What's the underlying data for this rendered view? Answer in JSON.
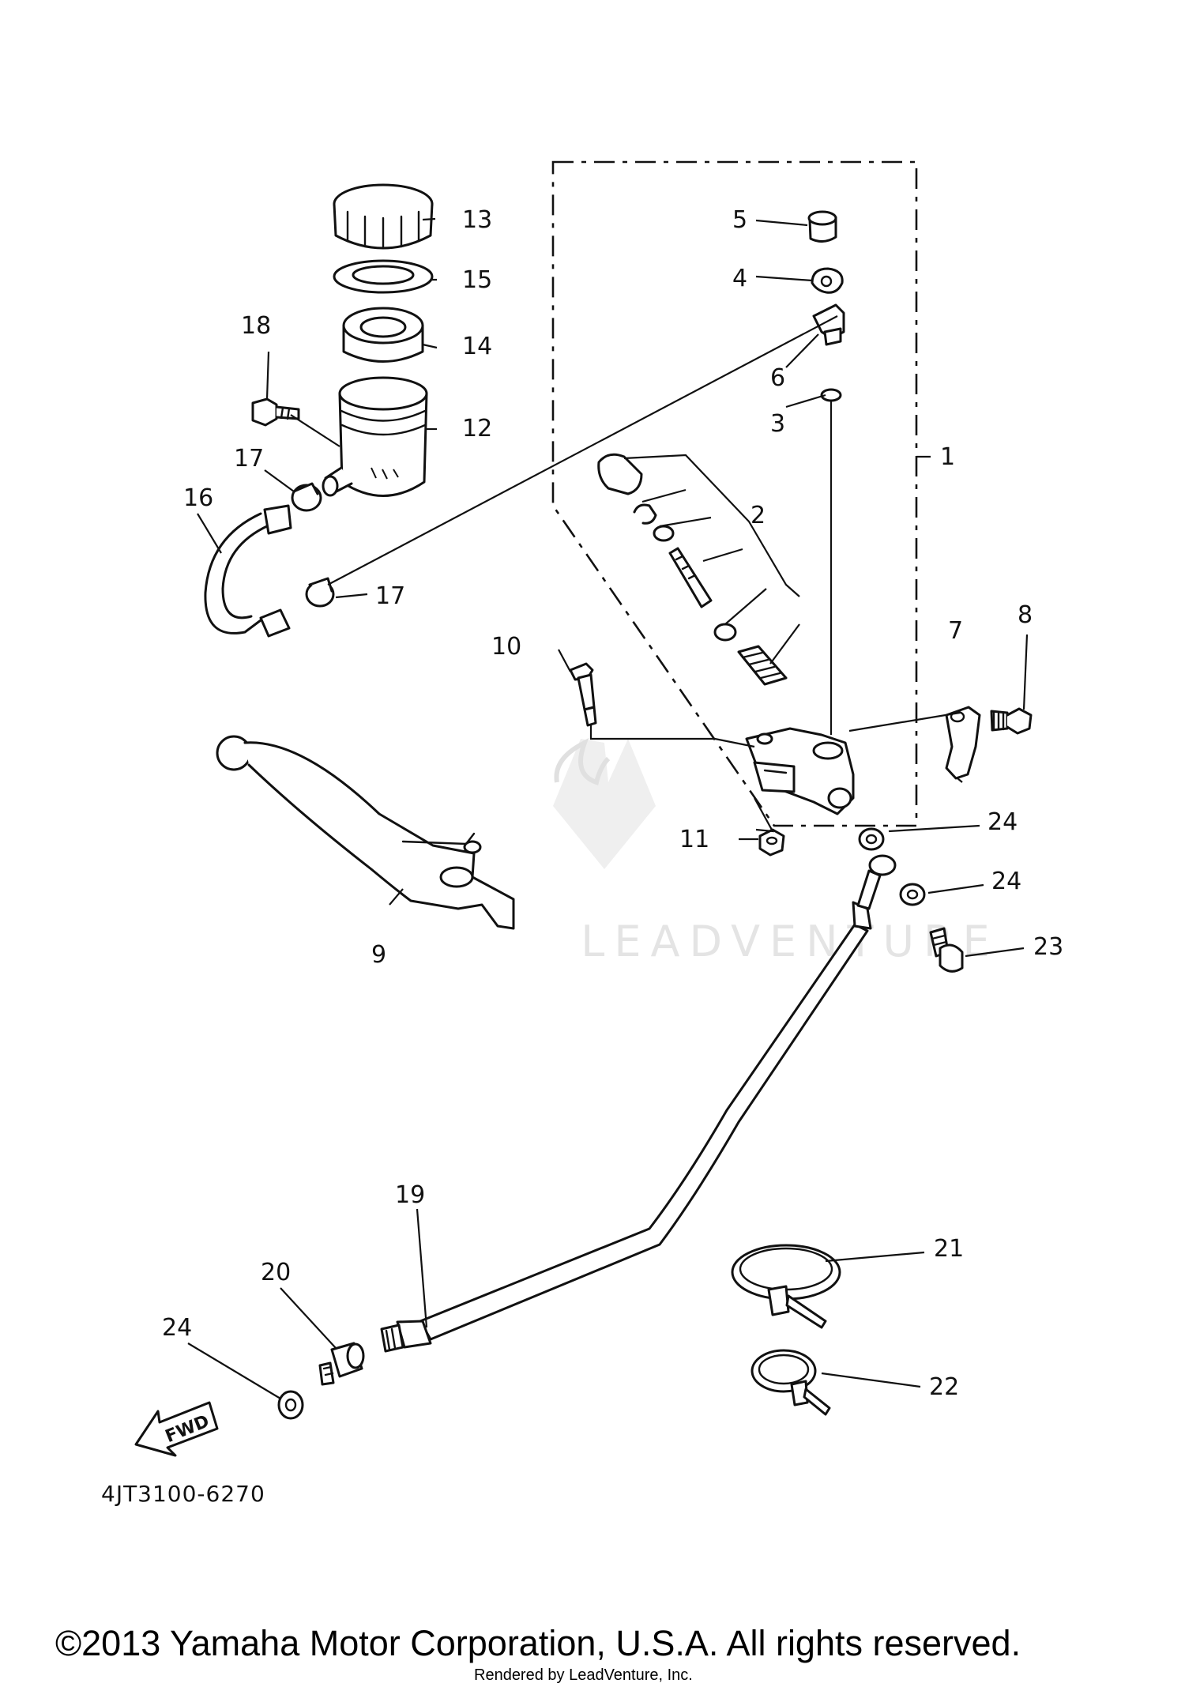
{
  "callouts": {
    "c1": "1",
    "c2": "2",
    "c3": "3",
    "c4": "4",
    "c5": "5",
    "c6": "6",
    "c7": "7",
    "c8": "8",
    "c9": "9",
    "c10": "10",
    "c11": "11",
    "c12": "12",
    "c13": "13",
    "c14": "14",
    "c15": "15",
    "c16": "16",
    "c17a": "17",
    "c17b": "17",
    "c18": "18",
    "c19": "19",
    "c20": "20",
    "c21": "21",
    "c22": "22",
    "c23": "23",
    "c24a": "24",
    "c24b": "24",
    "c24c": "24"
  },
  "diagram_code": "4JT3100-6270",
  "fwd_label": "FWD",
  "watermark": "LEADVENTURE",
  "copyright": "©2013 Yamaha Motor Corporation, U.S.A. All rights reserved.",
  "rendered_by": "Rendered by LeadVenture, Inc."
}
